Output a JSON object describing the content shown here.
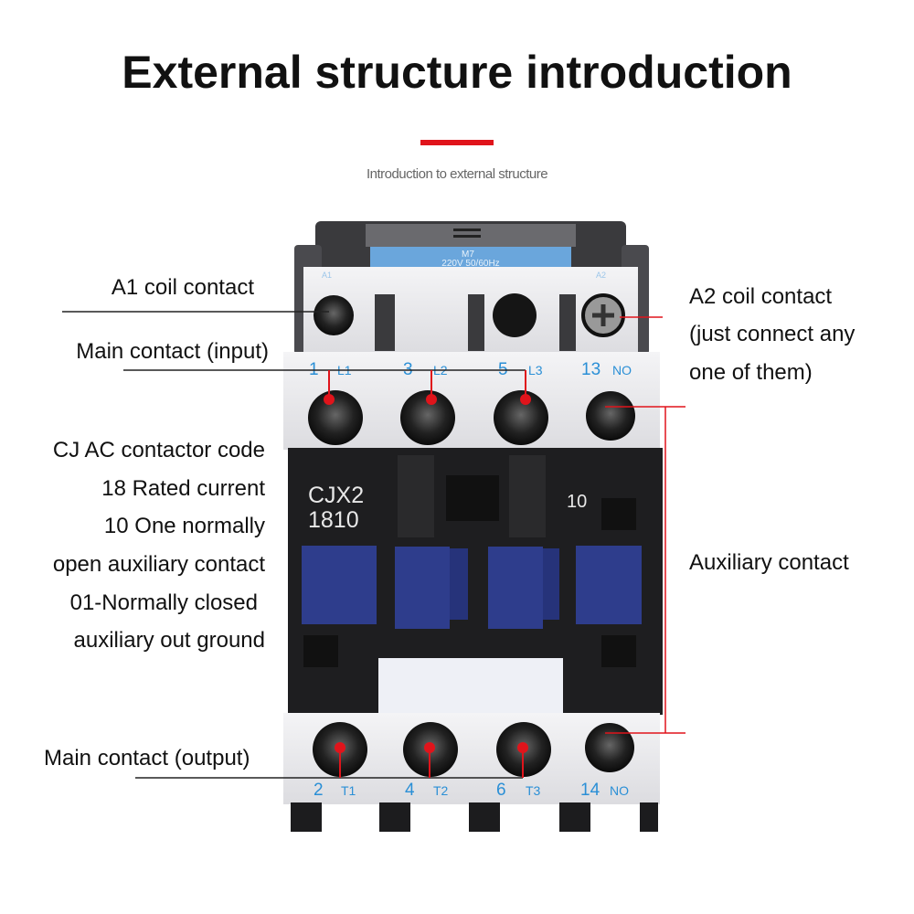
{
  "title": "External structure introduction",
  "subtitle": "Introduction to external structure",
  "accent_color": "#e0141b",
  "device": {
    "coil_label_line1": "M7",
    "coil_label_line2": "220V 50/60Hz",
    "coil_a1": "A1",
    "coil_a2": "A2",
    "top_terminals": [
      {
        "num": "1",
        "name": "L1"
      },
      {
        "num": "3",
        "name": "L2"
      },
      {
        "num": "5",
        "name": "L3"
      },
      {
        "num": "13",
        "name": "NO"
      }
    ],
    "bottom_terminals": [
      {
        "num": "2",
        "name": "T1"
      },
      {
        "num": "4",
        "name": "T2"
      },
      {
        "num": "6",
        "name": "T3"
      },
      {
        "num": "14",
        "name": "NO"
      }
    ],
    "model_line1": "CJX2",
    "model_line2": "1810",
    "aux_code": "10"
  },
  "callouts": {
    "a1": "A1 coil contact",
    "main_input": "Main contact (input)",
    "code_lines": [
      "CJ AC contactor code",
      "18 Rated current",
      "10 One normally",
      "open auxiliary contact",
      "01-Normally closed",
      "auxiliary out ground"
    ],
    "main_output": "Main contact (output)",
    "a2_lines": [
      "A2 coil contact",
      "(just connect any",
      "one of them)"
    ],
    "auxiliary": "Auxiliary contact"
  }
}
